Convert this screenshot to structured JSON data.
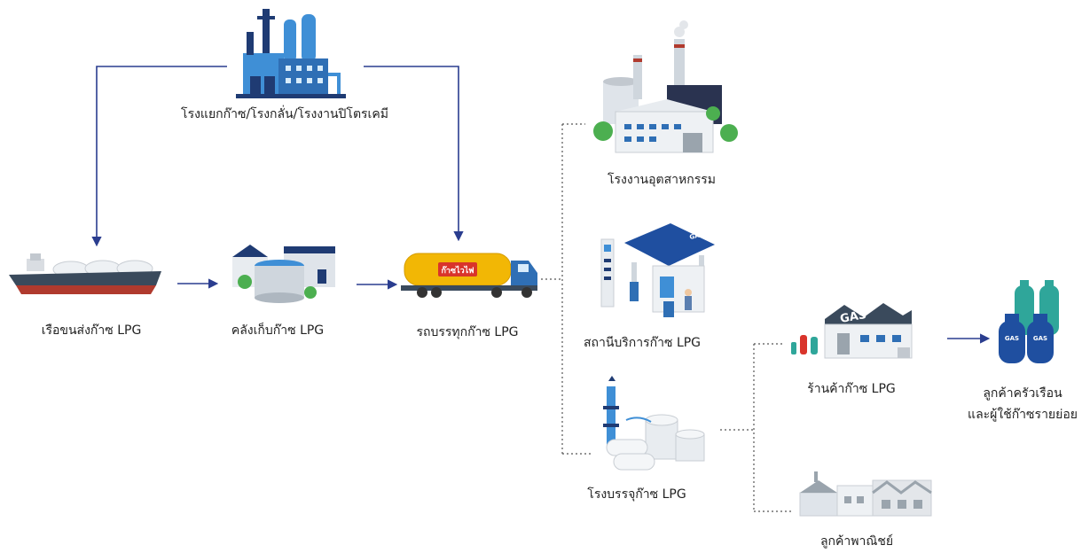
{
  "nodes": {
    "refinery": {
      "label": "โรงแยกก๊าซ/โรงกลั่น/โรงงานปิโตรเคมี",
      "icon": "refinery-icon"
    },
    "ship": {
      "label": "เรือขนส่งก๊าซ LPG",
      "icon": "lpg-ship-icon"
    },
    "storage": {
      "label": "คลังเก็บก๊าซ LPG",
      "icon": "storage-depot-icon"
    },
    "truck": {
      "label": "รถบรรทุกก๊าซ LPG",
      "icon": "tanker-truck-icon",
      "truck_text": "ก๊าซไวไฟ"
    },
    "industrial": {
      "label": "โรงงานอุตสาหกรรม",
      "icon": "factory-icon"
    },
    "station": {
      "label": "สถานีบริการก๊าซ LPG",
      "icon": "gas-station-icon",
      "sign_text": "GAS STATION"
    },
    "filling": {
      "label": "โรงบรรจุก๊าซ LPG",
      "icon": "filling-plant-icon"
    },
    "shop": {
      "label": "ร้านค้าก๊าซ LPG",
      "icon": "gas-shop-icon",
      "sign_text": "GAS"
    },
    "household": {
      "label_line1": "ลูกค้าครัวเรือน",
      "label_line2": "และผู้ใช้ก๊าซรายย่อย",
      "icon": "gas-cylinders-icon",
      "cylinder_text": "GAS"
    },
    "commercial": {
      "label": "ลูกค้าพาณิชย์",
      "icon": "commercial-building-icon"
    }
  },
  "colors": {
    "arrow": "#2a3d8f",
    "dotted": "#555555",
    "blue_dark": "#1f3b73",
    "blue_light": "#3f8fd6",
    "teal": "#2fa69a",
    "green": "#4caf50",
    "gray": "#9aa4ad",
    "truck_yellow": "#f2b705",
    "hull_red": "#b03a2e"
  }
}
